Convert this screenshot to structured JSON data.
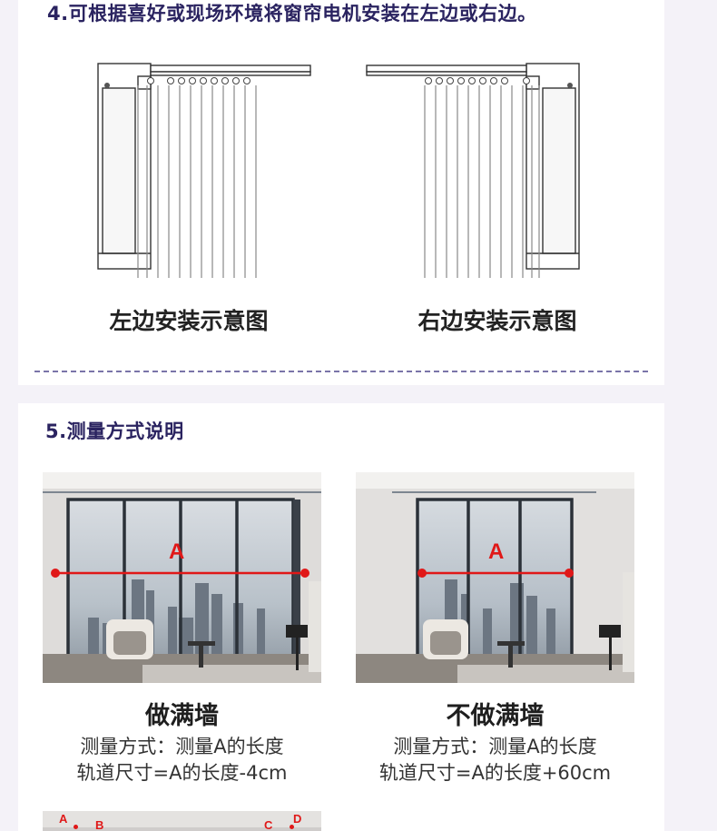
{
  "section4": {
    "title": "4.可根据喜好或现场环境将窗帘电机安装在左边或右边。",
    "left_caption": "左边安装示意图",
    "right_caption": "右边安装示意图"
  },
  "section5": {
    "title": "5.测量方式说明",
    "full_wall": {
      "label": "做满墙",
      "marker": "A",
      "line1": "测量方式：测量A的长度",
      "line2": "轨道尺寸=A的长度-4cm"
    },
    "not_full_wall": {
      "label": "不做满墙",
      "marker": "A",
      "line1": "测量方式：测量A的长度",
      "line2": "轨道尺寸=A的长度+60cm"
    },
    "third_markers": [
      "A",
      "B",
      "C",
      "D"
    ]
  },
  "colors": {
    "title": "#2a2360",
    "measure_line": "#e01818",
    "dash": "#7a74a8"
  }
}
